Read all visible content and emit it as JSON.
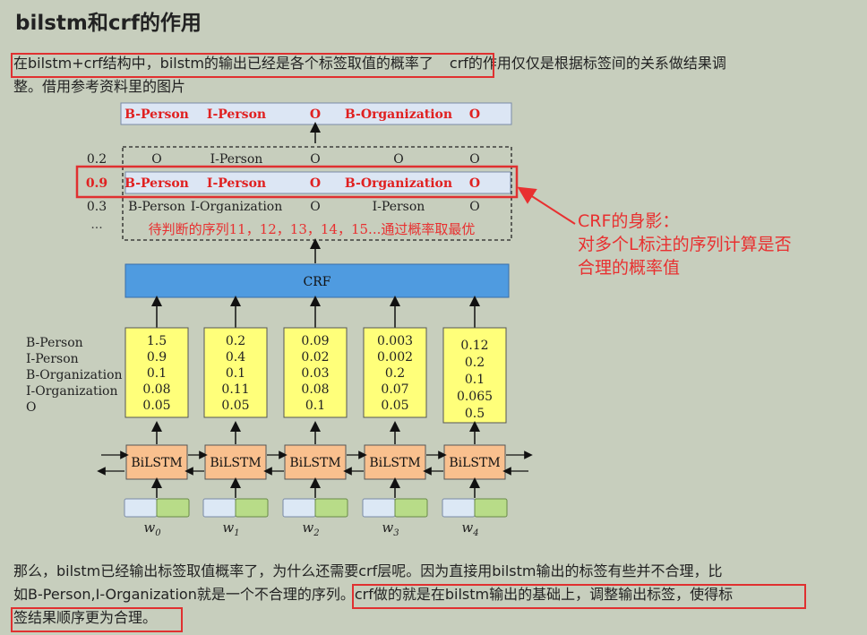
{
  "title": "bilstm和crf的作用",
  "intro": {
    "highlight": "在bilstm+crf结构中，bilstm的输出已经是各个标签取值的概率了",
    "rest_line1": "crf的作用仅仅是根据标签间的关系做结果调",
    "line2": "整。借用参考资料里的图片"
  },
  "figure": {
    "top_output": [
      "B-Person",
      "I-Person",
      "O",
      "B-Organization",
      "O"
    ],
    "candidates": [
      {
        "score": "0.2",
        "tags": [
          "O",
          "I-Person",
          "O",
          "O",
          "O"
        ]
      },
      {
        "score": "0.9",
        "tags": [
          "B-Person",
          "I-Person",
          "O",
          "B-Organization",
          "O"
        ]
      },
      {
        "score": "0.3",
        "tags": [
          "B-Person",
          "I-Organization",
          "O",
          "I-Person",
          "O"
        ]
      }
    ],
    "ellipsis": "...",
    "overlay_note": "待判断的序列11，12，13，14，15...通过概率取最优",
    "crf_label": "CRF",
    "tag_labels": [
      "B-Person",
      "I-Person",
      "B-Organization",
      "I-Organization",
      "O"
    ],
    "emission_columns": [
      [
        "1.5",
        "0.9",
        "0.1",
        "0.08",
        "0.05"
      ],
      [
        "0.2",
        "0.4",
        "0.1",
        "0.11",
        "0.05"
      ],
      [
        "0.09",
        "0.02",
        "0.03",
        "0.08",
        "0.1"
      ],
      [
        "0.003",
        "0.002",
        "0.2",
        "0.07",
        "0.05"
      ],
      [
        "0.12",
        "0.2",
        "0.1",
        "0.065",
        "0.5"
      ]
    ],
    "bilstm_label": "BiLSTM",
    "word_labels": [
      "w0",
      "w1",
      "w2",
      "w3",
      "w4"
    ],
    "colors": {
      "crf_box": "#4f9be0",
      "emission_box": "#ffff7a",
      "bilstm_box": "#f9c08e",
      "top_box": "#dce6f4",
      "embed_left": "#dce8f5",
      "embed_right": "#b8dc88",
      "highlight_red": "#e03030"
    }
  },
  "annotation": {
    "line1": "CRF的身影：",
    "line2": "对多个L标注的序列计算是否",
    "line3": "合理的概率值"
  },
  "bottom": {
    "line1": "那么，bilstm已经输出标签取值概率了，为什么还需要crf层呢。因为直接用bilstm输出的标签有些并不合理，比",
    "line2_plain": "如B-Person,I-Organization就是一个不合理的序列。",
    "line2_highlight": "crf做的就是在bilstm输出的基础上，调整输出标签，使得标",
    "line3_highlight": "签结果顺序更为合理。"
  }
}
